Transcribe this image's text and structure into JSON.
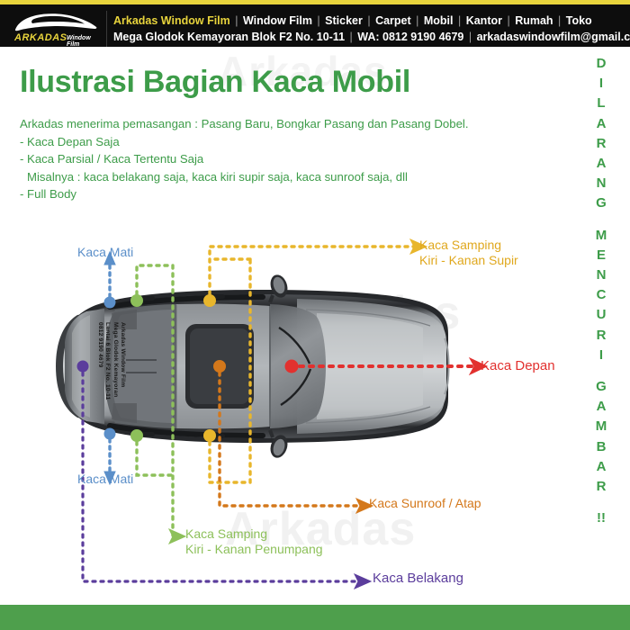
{
  "header": {
    "logo": {
      "wordmark": "ARKADAS",
      "sub": "Window Film",
      "icon": "car-silhouette-icon"
    },
    "line1": {
      "brand": "Arkadas Window Film",
      "items": [
        "Window Film",
        "Sticker",
        "Carpet",
        "Mobil",
        "Kantor",
        "Rumah",
        "Toko"
      ],
      "separator": "|"
    },
    "line2": {
      "address": "Mega Glodok Kemayoran Blok F2 No. 10-11",
      "whatsapp": "WA: 0812 9190 4679",
      "email": "arkadaswindowfilm@gmail.com",
      "separator": "|"
    }
  },
  "page": {
    "headline": "Ilustrasi Bagian Kaca Mobil",
    "intro_lines": [
      "Arkadas menerima pemasangan : Pasang Baru, Bongkar Pasang dan Pasang Dobel.",
      "- Kaca Depan Saja",
      "- Kaca Parsial / Kaca Tertentu Saja",
      "Misalnya : kaca belakang saja, kaca kiri supir saja, kaca sunroof saja, dll",
      "- Full Body"
    ],
    "vertical_warning": [
      "D",
      "I",
      "L",
      "A",
      "R",
      "A",
      "N",
      "G",
      "M",
      "E",
      "N",
      "C",
      "U",
      "R",
      "I",
      "G",
      "A",
      "M",
      "B",
      "A",
      "R",
      "!!"
    ],
    "vertical_warning_text": "DILARANG MENCURI GAMBAR !!",
    "watermark": "Arkadas"
  },
  "diagram": {
    "title": "car-top-view-glass-parts",
    "car_stamp": [
      "Arkadas Window Film",
      "Mega Glodok Kemayoran",
      "Lantai 6 Blok F2 No. 10-11",
      "0812 9190 4679"
    ],
    "labels": {
      "kaca_mati_top": "Kaca Mati",
      "kaca_mati_bottom": "Kaca Mati",
      "samping_supir_l1": "Kaca Samping",
      "samping_supir_l2": "Kiri - Kanan Supir",
      "kaca_depan": "Kaca Depan",
      "sunroof": "Kaca Sunroof / Atap",
      "samping_penumpang_l1": "Kaca Samping",
      "samping_penumpang_l2": "Kiri - Kanan Penumpang",
      "kaca_belakang": "Kaca Belakang"
    },
    "colors": {
      "kaca_mati": "#5b8fc9",
      "samping_supir": "#e8b62c",
      "kaca_depan": "#e2312f",
      "sunroof": "#d4781b",
      "samping_penumpang": "#8dc05a",
      "kaca_belakang": "#5b3d9c",
      "brand_green": "#3d9c49",
      "brand_yellow": "#e8d43c",
      "bar_green": "#4e9f4c",
      "header_black": "#0d0d0d"
    }
  }
}
